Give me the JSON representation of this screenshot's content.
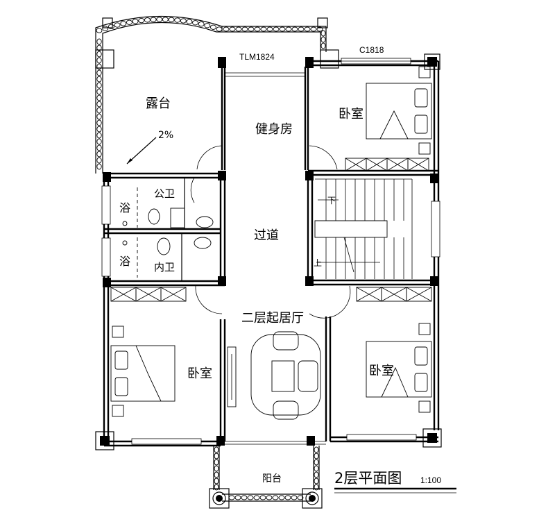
{
  "plan": {
    "title": "2层平面图",
    "scale": "1:100",
    "rooms": {
      "terrace": "露台",
      "gym": "健身房",
      "bedroom_ne": "卧室",
      "public_wc": "公卫",
      "bath_upper": "浴",
      "bath_lower": "浴",
      "private_wc": "内卫",
      "corridor": "过道",
      "living": "二层起居厅",
      "bedroom_sw": "卧室",
      "bedroom_se": "卧室",
      "balcony": "阳台"
    },
    "annotations": {
      "slope": "2%",
      "door_code": "TLM1824",
      "window_code": "C1818",
      "stair_down": "下",
      "stair_up": "上"
    }
  }
}
